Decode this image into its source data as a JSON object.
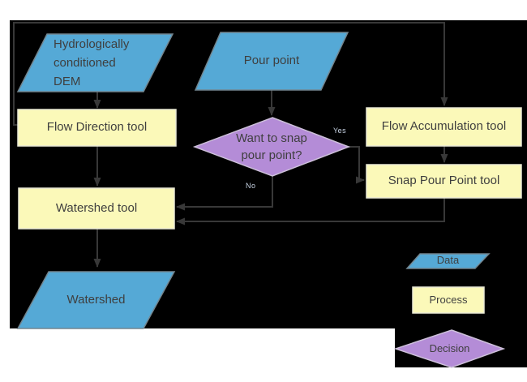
{
  "colors": {
    "page_background": "#ffffff",
    "slide_background": "#000000",
    "data_fill": "#55a9d6",
    "data_border": "#72858f",
    "process_fill": "#fbf9b9",
    "process_border": "#e9e9d6",
    "decision_fill": "#b48cd7",
    "decision_border": "#cdc0da",
    "connector": "#383838",
    "node_text": "#3f3f3f",
    "branch_text": "#c9d5e6"
  },
  "nodes": {
    "dem": {
      "label": "Hydrologically conditioned DEM",
      "lines": [
        "Hydrologically",
        "conditioned",
        "DEM"
      ]
    },
    "pour_point": {
      "label": "Pour point"
    },
    "flow_direction": {
      "label": "Flow Direction tool"
    },
    "flow_accumulation": {
      "label": "Flow Accumulation tool"
    },
    "snap_pour_point": {
      "label": "Snap Pour Point tool"
    },
    "decision": {
      "label": "Want to snap pour point?",
      "lines": [
        "Want to snap",
        "pour point?"
      ]
    },
    "watershed_tool": {
      "label": "Watershed tool"
    },
    "watershed": {
      "label": "Watershed"
    }
  },
  "branches": {
    "yes": "Yes",
    "no": "No"
  },
  "legend": {
    "data": "Data",
    "process": "Process",
    "decision": "Decision"
  }
}
